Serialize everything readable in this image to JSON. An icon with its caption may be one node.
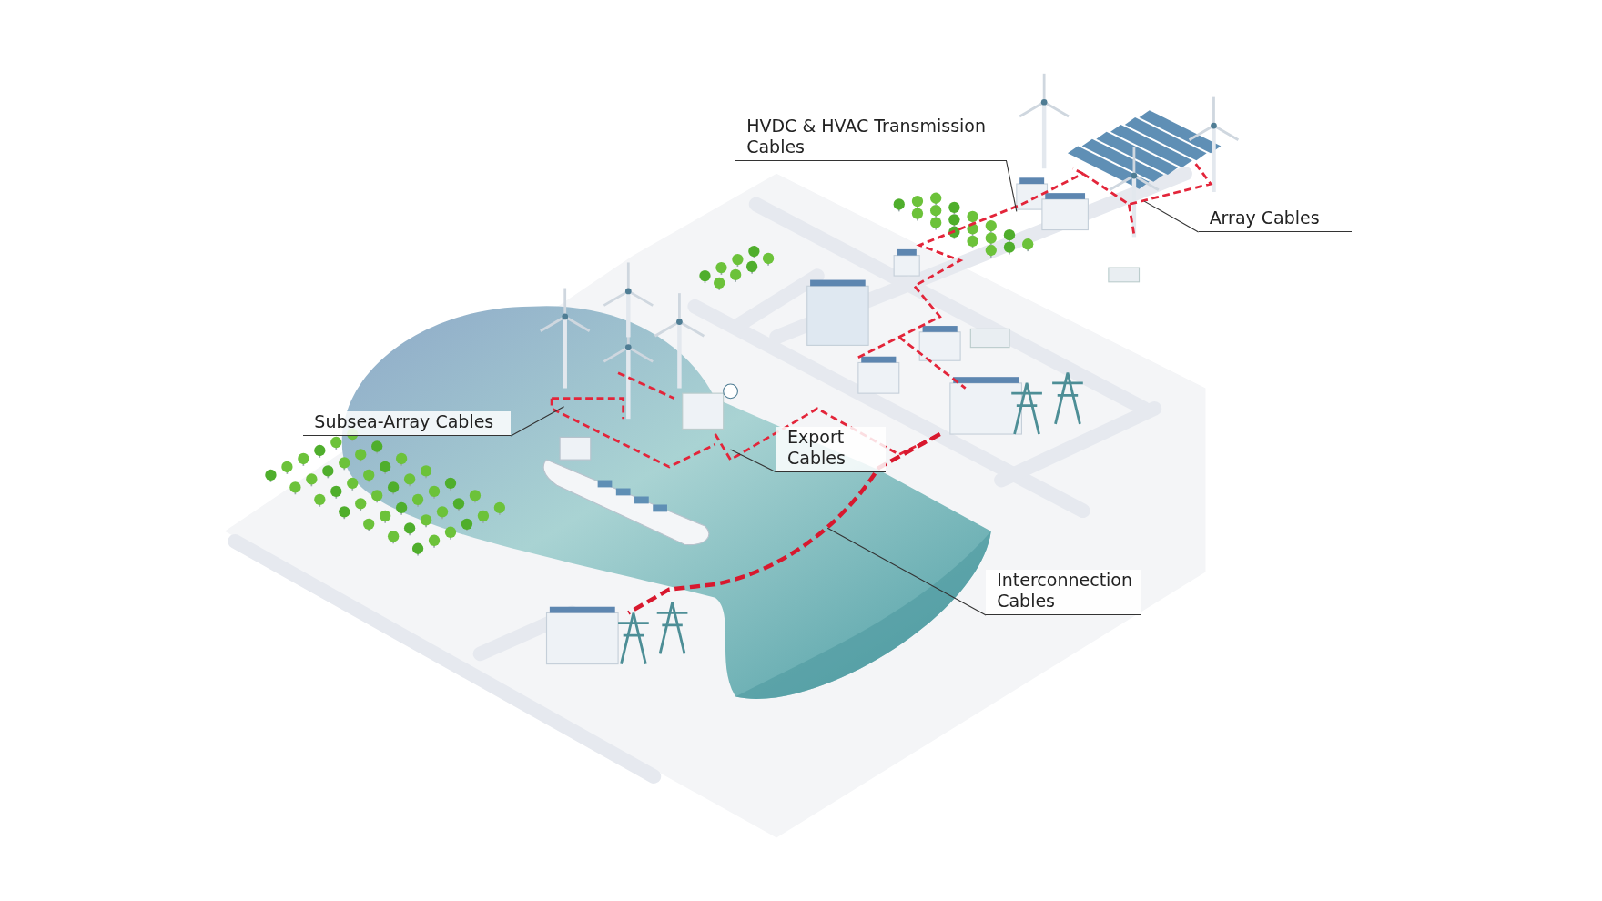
{
  "diagram": {
    "nodes": [
      {
        "text": [
          "HVDC & HVAC Transmission Cables"
        ]
      },
      {
        "text": [
          "Array Cables"
        ]
      },
      {
        "text": [
          "Subsea-Array Cables"
        ]
      },
      {
        "text": [
          "Export Cables"
        ]
      },
      {
        "text": [
          "Interconnection Cables"
        ]
      }
    ],
    "edges": [
      {
        "from": 0,
        "to": null,
        "arrow": "none"
      },
      {
        "from": 1,
        "to": null,
        "arrow": "none"
      },
      {
        "from": 2,
        "to": null,
        "arrow": "none"
      },
      {
        "from": 3,
        "to": null,
        "arrow": "none"
      },
      {
        "from": 4,
        "to": null,
        "arrow": "none"
      }
    ]
  }
}
